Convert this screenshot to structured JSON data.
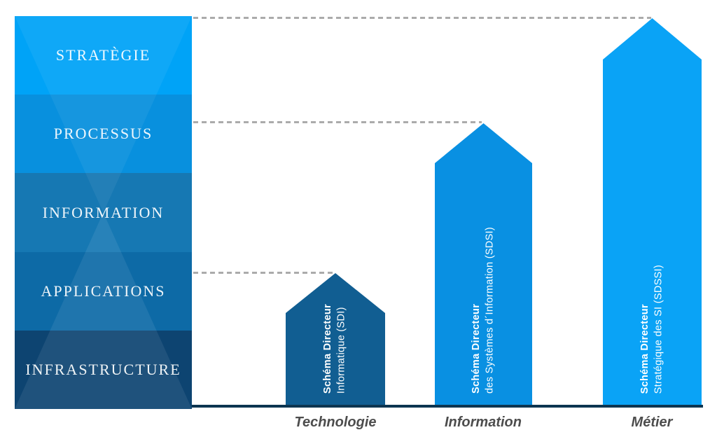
{
  "pyramid": {
    "layers": [
      {
        "label": "STRATÈGIE",
        "color": "#00a3f7"
      },
      {
        "label": "PROCESSUS",
        "color": "#0890de"
      },
      {
        "label": "INFORMATION",
        "color": "#1678b3"
      },
      {
        "label": "APPLICATIONS",
        "color": "#0d6aa6"
      },
      {
        "label": "INFRASTRUCTURE",
        "color": "#0d4471"
      }
    ]
  },
  "arrows": [
    {
      "title": "Schéma Directeur",
      "subtitle": "Informatique (SDI)",
      "category": "Technologie",
      "color": "#115e92"
    },
    {
      "title": "Schéma Directeur",
      "subtitle": "des Systèmes d´Information (SDSI)",
      "category": "Information",
      "color": "#0990e2"
    },
    {
      "title": "Schéma Directeur",
      "subtitle": "Stratégique des SI (SDSSI)",
      "category": "Métier",
      "color": "#0aa3f6"
    }
  ],
  "guides": {
    "dash_color": "#ababab"
  },
  "baseline": {
    "color": "#0d3550"
  }
}
